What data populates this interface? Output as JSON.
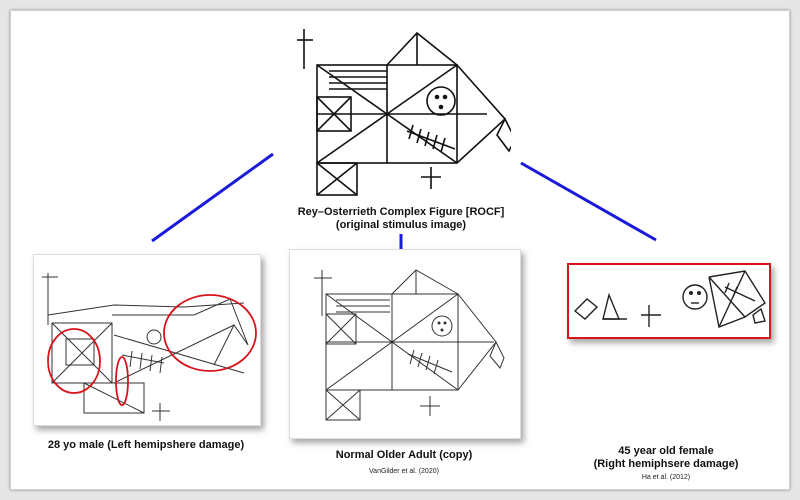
{
  "stimulus": {
    "caption_line1": "Rey–Osterrieth Complex Figure [ROCF]",
    "caption_line2": "(original stimulus image)"
  },
  "panel_left": {
    "caption": "28 yo male (Left hemipshere damage)"
  },
  "panel_center": {
    "caption": "Normal Older Adult (copy)",
    "citation": "VanGilder et al. (2020)"
  },
  "panel_right": {
    "caption_line1": "45 year old female",
    "caption_line2": "(Right hemiphsere damage)",
    "citation": "Ha et al. (2012)"
  },
  "colors": {
    "connector": "#1a1adc",
    "highlight": "#d8141b"
  }
}
